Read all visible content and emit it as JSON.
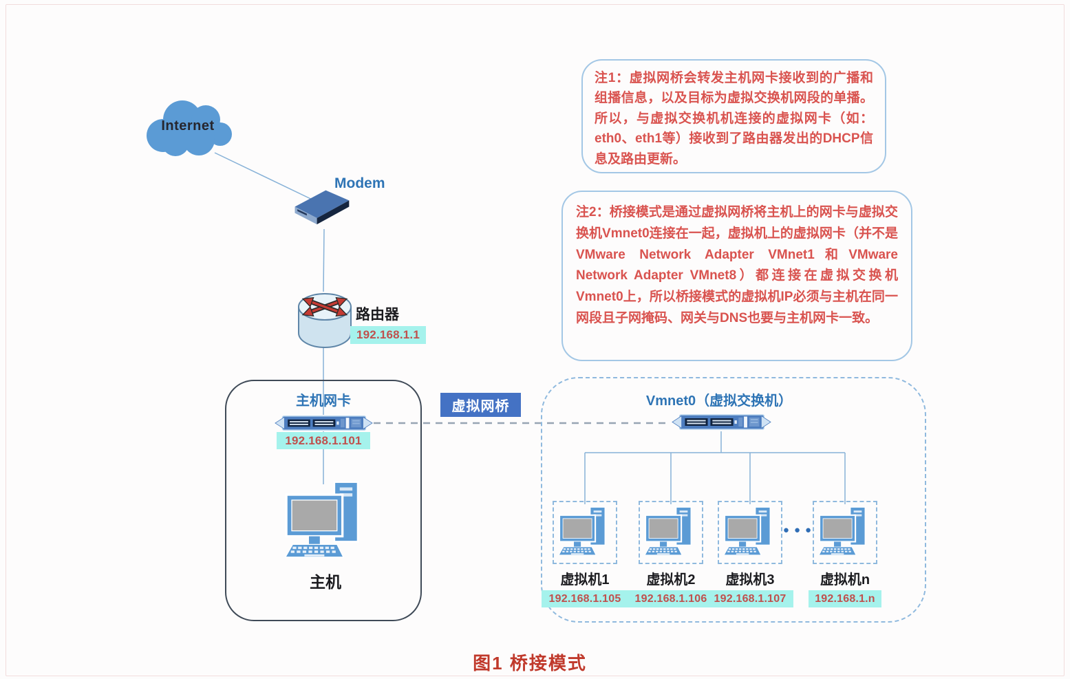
{
  "figure": {
    "caption": "图1 桥接模式"
  },
  "notes": {
    "note1": "注1：虚拟网桥会转发主机网卡接收到的广播和组播信息，以及目标为虚拟交换机网段的单播。所以，与虚拟交换机机连接的虚拟网卡（如：eth0、eth1等）接收到了路由器发出的DHCP信息及路由更新。",
    "note2": "注2：桥接模式是通过虚拟网桥将主机上的网卡与虚拟交换机Vmnet0连接在一起，虚拟机上的虚拟网卡（并不是VMware Network Adapter VMnet1和VMware Network Adapter VMnet8）都连接在虚拟交换机Vmnet0上，所以桥接模式的虚拟机IP必须与主机在同一网段且子网掩码、网关与DNS也要与主机网卡一致。"
  },
  "nodes": {
    "internet": {
      "label": "Internet"
    },
    "modem": {
      "label": "Modem"
    },
    "router": {
      "label": "路由器",
      "ip": "192.168.1.1"
    },
    "host_nic": {
      "label": "主机网卡",
      "ip": "192.168.1.101"
    },
    "host": {
      "label": "主机"
    },
    "bridge": {
      "label": "虚拟网桥"
    },
    "vswitch": {
      "label": "Vmnet0（虚拟交换机）"
    },
    "ellipsis": "●●●"
  },
  "vms": [
    {
      "label": "虚拟机1",
      "ip": "192.168.1.105"
    },
    {
      "label": "虚拟机2",
      "ip": "192.168.1.106"
    },
    {
      "label": "虚拟机3",
      "ip": "192.168.1.107"
    },
    {
      "label": "虚拟机n",
      "ip": "192.168.1.n"
    }
  ],
  "colors": {
    "node_blue": "#5b9bd5",
    "label_blue": "#2e74b5",
    "bridge_badge_bg": "#4472c4",
    "ip_badge_bg": "#a5f2ec",
    "ip_text_red": "#c0504d",
    "note_text_red": "#d9534f",
    "note_border_blue": "#a3c7e5",
    "caption_red": "#c0392b"
  }
}
